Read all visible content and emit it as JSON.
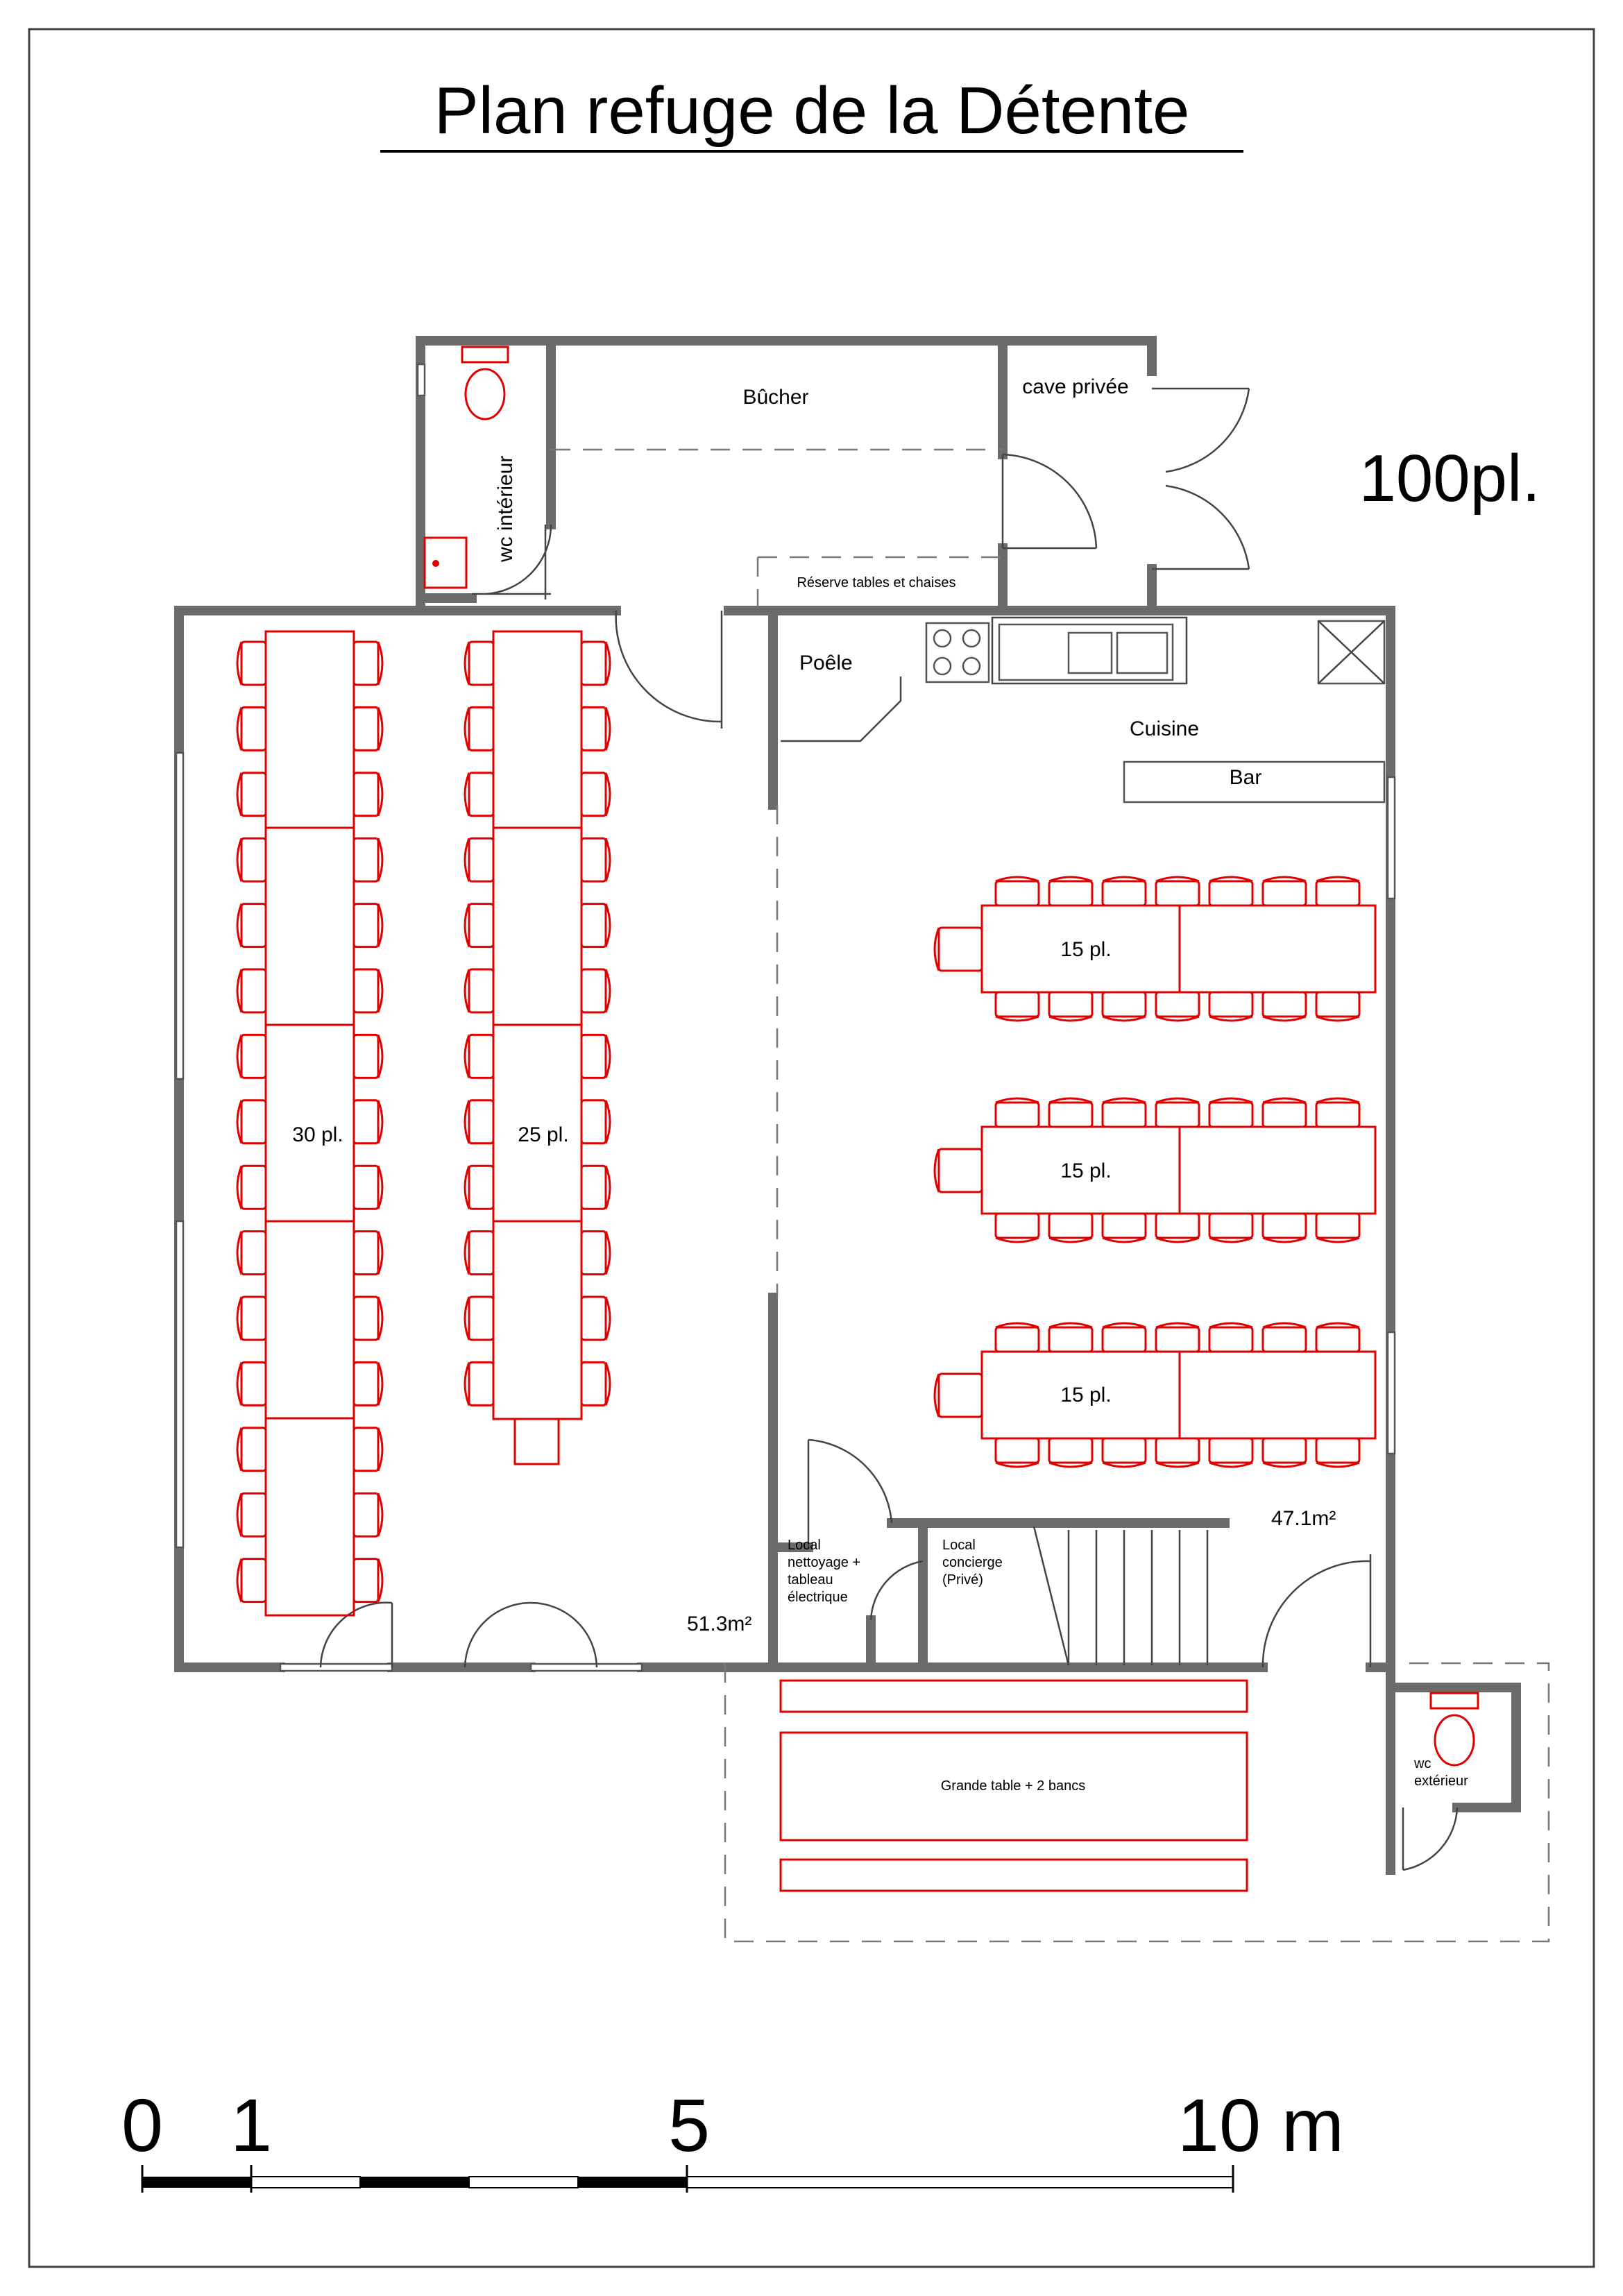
{
  "title": "Plan refuge de la Détente",
  "capacity": "100pl.",
  "rooms": {
    "bucher": "Bûcher",
    "cave": "cave privée",
    "wc_interieur": "wc intérieur",
    "reserve": "Réserve tables et chaises",
    "poele": "Poêle",
    "cuisine": "Cuisine",
    "bar": "Bar",
    "local_nettoyage": [
      "Local",
      "nettoyage +",
      "tableau",
      "électrique"
    ],
    "local_concierge": [
      "Local",
      "concierge",
      "(Privé)"
    ],
    "wc_exterieur": [
      "wc",
      "extérieur"
    ],
    "terrasse": "Grande table + 2 bancs"
  },
  "tables": {
    "left_long": "30 pl.",
    "center_long": "25 pl.",
    "right_1": "15 pl.",
    "right_2": "15 pl.",
    "right_3": "15 pl."
  },
  "areas": {
    "left_hall": "51.3m²",
    "right_hall": "47.1m²"
  },
  "scale": {
    "labels": [
      "0",
      "1",
      "5",
      "10 m"
    ]
  },
  "colors": {
    "furniture": "#e00000",
    "walls": "#6b6b6b"
  }
}
